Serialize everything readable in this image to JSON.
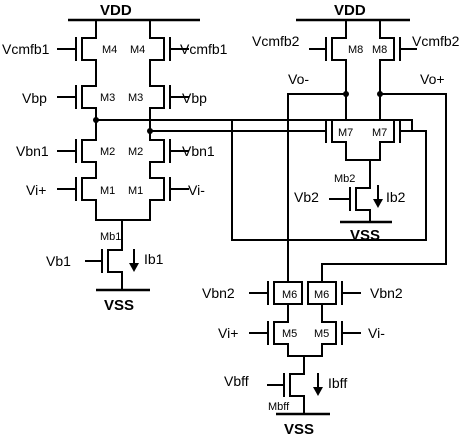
{
  "rails": {
    "vdd_left": "VDD",
    "vdd_right": "VDD",
    "vss_left": "VSS",
    "vss_mid": "VSS",
    "vss_bottom": "VSS"
  },
  "devices": {
    "m4": "M4",
    "m3": "M3",
    "m2": "M2",
    "m1": "M1",
    "mb1": "Mb1",
    "m8": "M8",
    "m7": "M7",
    "mb2": "Mb2",
    "m6": "M6",
    "m5": "M5",
    "mbff": "Mbff"
  },
  "signals": {
    "vcmfb1": "Vcmfb1",
    "vbp": "Vbp",
    "vbn1": "Vbn1",
    "vi_plus": "Vi+",
    "vi_minus": "Vi-",
    "vb1": "Vb1",
    "ib1": "Ib1",
    "vcmfb2": "Vcmfb2",
    "vo_minus": "Vo-",
    "vo_plus": "Vo+",
    "vb2": "Vb2",
    "ib2": "Ib2",
    "vbn2": "Vbn2",
    "vbff": "Vbff",
    "ibff": "Ibff"
  }
}
